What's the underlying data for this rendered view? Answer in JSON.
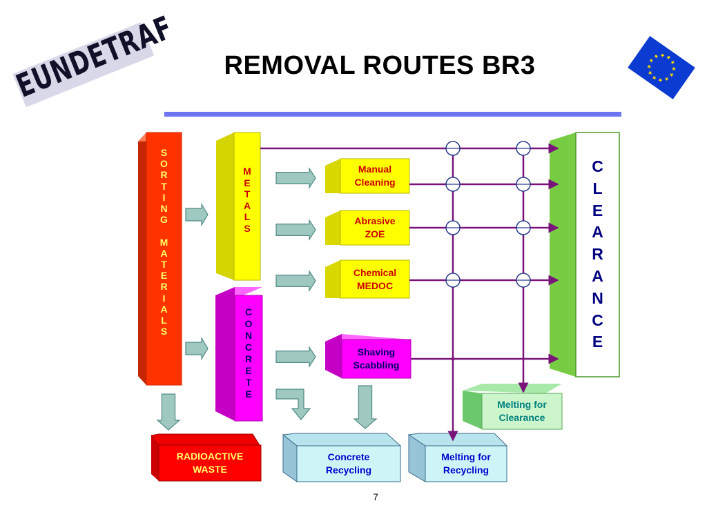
{
  "title": "REMOVAL ROUTES BR3",
  "page_number": "7",
  "logo_text": "EUNDETRAF",
  "icons": {
    "eu_flag": "eu-flag-icon",
    "arrows": "block-arrow-icon",
    "junctions": "circle-junction-icon"
  },
  "colors": {
    "title_bar": "#6c74f0",
    "sorting": "#ff3300",
    "metals": "#ffff00",
    "concrete": "#ff00ff",
    "clearance": "#77cc44",
    "flow_line": "#7a147a",
    "arrow_fill": "#9ec8c0",
    "radioactive": "#ff0000",
    "melting_clearance": "#ccf5cc",
    "recycling": "#cdf5f8"
  },
  "sorting_materials": {
    "word1": [
      "S",
      "O",
      "R",
      "T",
      "I",
      "N",
      "G"
    ],
    "word2": [
      "M",
      "A",
      "T",
      "E",
      "R",
      "I",
      "A",
      "L",
      "S"
    ]
  },
  "metals": [
    "M",
    "E",
    "T",
    "A",
    "L",
    "S"
  ],
  "concrete": [
    "C",
    "O",
    "N",
    "C",
    "R",
    "E",
    "T",
    "E"
  ],
  "clearance": [
    "C",
    "L",
    "E",
    "A",
    "R",
    "A",
    "N",
    "C",
    "E"
  ],
  "processes": [
    {
      "line1": "Manual",
      "line2": "Cleaning"
    },
    {
      "line1": "Abrasive",
      "line2": "ZOE"
    },
    {
      "line1": "Chemical",
      "line2": "MEDOC"
    },
    {
      "line1": "Shaving",
      "line2": "Scabbling"
    }
  ],
  "outcomes": {
    "melting_clearance": {
      "line1": "Melting for",
      "line2": "Clearance"
    },
    "radioactive_waste": {
      "line1": "RADIOACTIVE",
      "line2": "WASTE"
    },
    "concrete_recycling": {
      "line1": "Concrete",
      "line2": "Recycling"
    },
    "melting_recycling": {
      "line1": "Melting for",
      "line2": "Recycling"
    }
  }
}
